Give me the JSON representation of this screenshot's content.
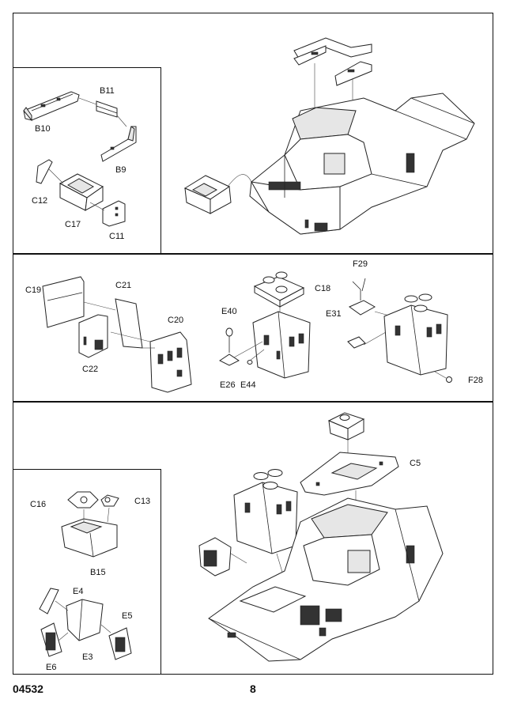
{
  "step1": {
    "labels": {
      "b10": "B10",
      "b11": "B11",
      "b9": "B9",
      "c12": "C12",
      "c17": "C17",
      "c11": "C11"
    }
  },
  "step2": {
    "labels": {
      "c19": "C19",
      "c21": "C21",
      "c20": "C20",
      "c22": "C22",
      "e40": "E40",
      "e26": "E26",
      "e44": "E44",
      "f29": "F29",
      "c18": "C18",
      "e31": "E31",
      "f28": "F28"
    }
  },
  "step3": {
    "labels": {
      "c16": "C16",
      "c13": "C13",
      "b15": "B15",
      "e4": "E4",
      "e5": "E5",
      "e3": "E3",
      "e6": "E6",
      "c5": "C5"
    }
  },
  "footer": {
    "catalog_number": "04532",
    "page_number": "8"
  }
}
